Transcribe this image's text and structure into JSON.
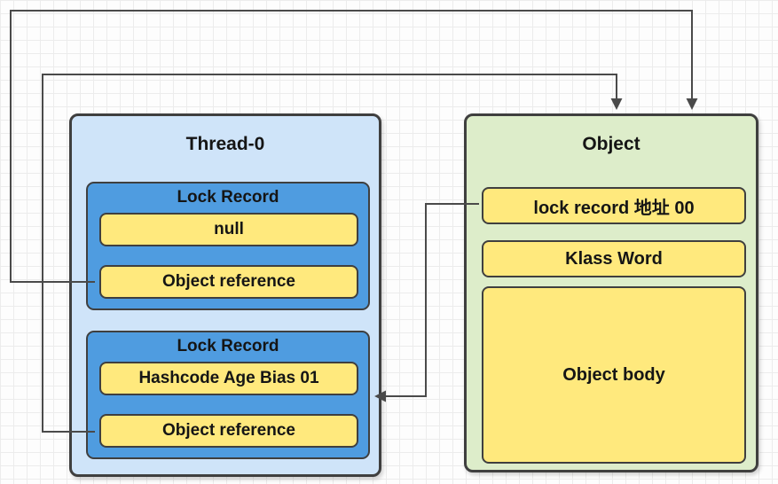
{
  "colors": {
    "thread-fill": "#cfe4f9",
    "lock-fill": "#4f9ce0",
    "yellow-fill": "#ffe97d",
    "object-fill": "#ddedca",
    "border": "#3f3f3f",
    "line": "#4a4a4a",
    "text": "#151515"
  },
  "thread": {
    "title": "Thread-0",
    "lock_records": [
      {
        "title": "Lock Record",
        "slot1": "null",
        "slot2": "Object reference"
      },
      {
        "title": "Lock Record",
        "slot1": "Hashcode Age Bias 01",
        "slot2": "Object reference"
      }
    ]
  },
  "object": {
    "title": "Object",
    "mark_word": "lock record 地址 00",
    "klass_word": "Klass Word",
    "body": "Object body"
  }
}
